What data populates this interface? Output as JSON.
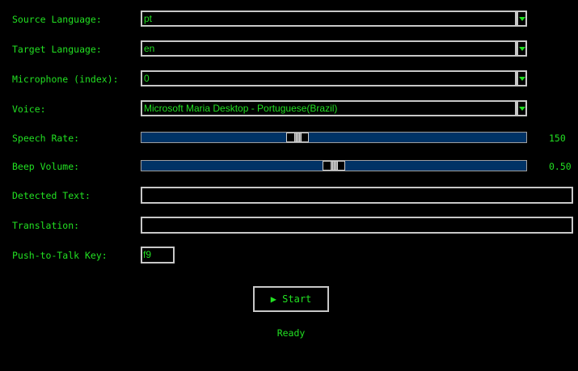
{
  "fields": {
    "source_language": {
      "label": "Source Language:",
      "value": "pt"
    },
    "target_language": {
      "label": "Target Language:",
      "value": "en"
    },
    "microphone": {
      "label": "Microphone (index):",
      "value": "0"
    },
    "voice": {
      "label": "Voice:",
      "value": "Microsoft Maria Desktop - Portuguese(Brazil)"
    },
    "speech_rate": {
      "label": "Speech Rate:",
      "value": "150"
    },
    "beep_volume": {
      "label": "Beep Volume:",
      "value": "0.50"
    },
    "detected_text": {
      "label": "Detected Text:",
      "value": ""
    },
    "translation": {
      "label": "Translation:",
      "value": ""
    },
    "push_to_talk": {
      "label": "Push-to-Talk Key:",
      "value": "f9"
    }
  },
  "start_button": {
    "label": "▶ Start",
    "icon": "play-icon"
  },
  "status": "Ready",
  "colors": {
    "text": "#22e022",
    "background": "#000000",
    "slider_trough": "#003366",
    "border": "#c8c8c8"
  }
}
